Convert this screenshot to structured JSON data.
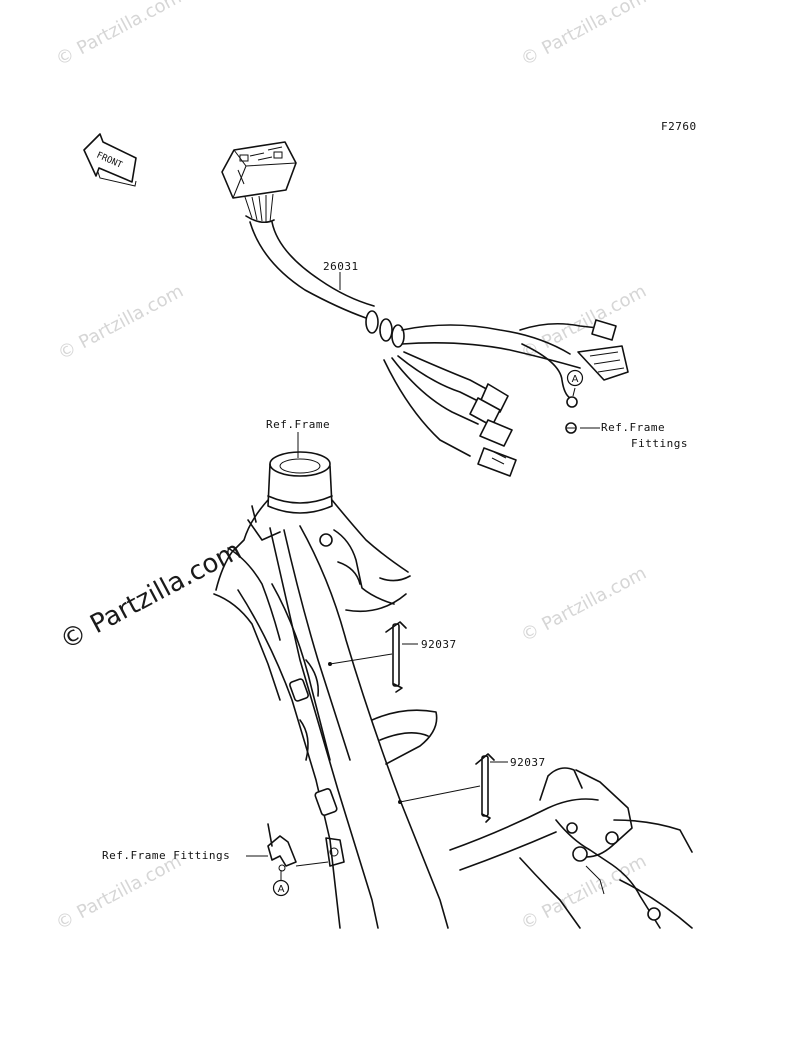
{
  "diagram_code": "F2760",
  "front_arrow_label": "FRONT",
  "watermark": "© Partzilla.com",
  "parts": {
    "harness": {
      "number": "26031"
    },
    "tie_upper": {
      "number": "92037"
    },
    "tie_lower": {
      "number": "92037"
    }
  },
  "references": {
    "frame": "Ref.Frame",
    "frame_fittings_top_line1": "Ref.Frame",
    "frame_fittings_top_line2": "Fittings",
    "frame_fittings_bottom": "Ref.Frame Fittings"
  },
  "callouts": {
    "connection_a_top": "A",
    "connection_a_bottom": "A"
  }
}
